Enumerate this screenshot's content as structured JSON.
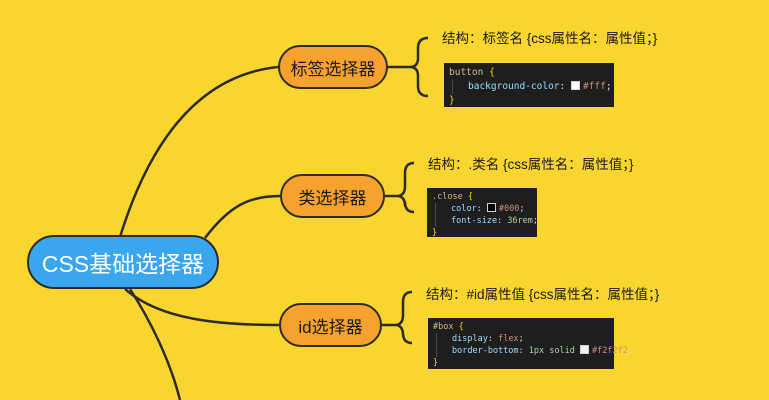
{
  "root": {
    "label": "CSS基础选择器"
  },
  "branches": [
    {
      "label": "标签选择器",
      "structure": "结构：标签名 {css属性名：属性值；}",
      "code": {
        "selector": "button",
        "open": "{",
        "props": [
          {
            "name": "background-color",
            "swatch": "#ffffff",
            "value": "#fff"
          }
        ],
        "close": "}"
      }
    },
    {
      "label": "类选择器",
      "structure": "结构：.类名 {css属性名：属性值；}",
      "code": {
        "selector": ".close",
        "open": "{",
        "props": [
          {
            "name": "color",
            "swatch": "#000000",
            "value": "#000"
          },
          {
            "name": "font-size",
            "value": "36rem"
          }
        ],
        "close": "}"
      }
    },
    {
      "label": "id选择器",
      "structure": "结构：#id属性值 {css属性名：属性值；}",
      "code": {
        "selector": "#box",
        "open": "{",
        "props": [
          {
            "name": "display",
            "value": "flex"
          },
          {
            "name": "border-bottom",
            "value": "1px solid",
            "swatch": "#f2f2f2",
            "value2": "#f2f2f2"
          }
        ],
        "close": "}"
      }
    }
  ],
  "colors": {
    "background": "#f9d52f",
    "root_fill": "#3aa6ef",
    "child_fill": "#f7a12e",
    "line": "#2c2c2c",
    "code_bg": "#1e1e1e"
  }
}
